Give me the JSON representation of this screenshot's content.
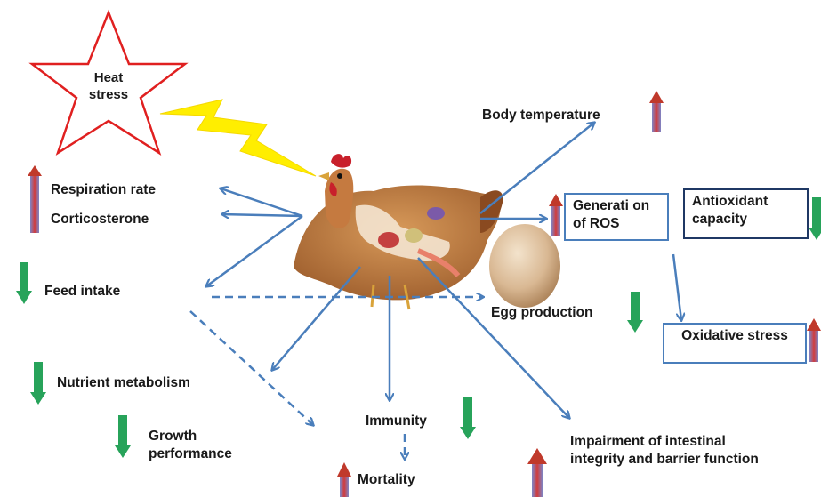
{
  "heat_stress": "Heat stress",
  "labels": {
    "respiration_rate": "Respiration rate",
    "corticosterone": "Corticosterone",
    "feed_intake": "Feed intake",
    "nutrient_metabolism": "Nutrient metabolism",
    "growth_performance": "Growth performance",
    "immunity": "Immunity",
    "mortality": "Mortality",
    "body_temperature": "Body temperature",
    "egg_production": "Egg production",
    "impairment": "Impairment of intestinal integrity and barrier function",
    "generation_ros": "Generati on of ROS",
    "antioxidant_capacity": "Antioxidant capacity",
    "oxidative_stress": "Oxidative stress"
  },
  "colors": {
    "arrow_blue": "#4a7ebb",
    "increase_red": "#c0392b",
    "decrease_green": "#27a35a",
    "star_red": "#e02020",
    "lightning_yellow": "#ffee00"
  },
  "icons": [
    "star-shape",
    "lightning-bolt",
    "chicken-illustration",
    "egg-illustration",
    "increase-arrow-icon",
    "decrease-arrow-icon"
  ]
}
